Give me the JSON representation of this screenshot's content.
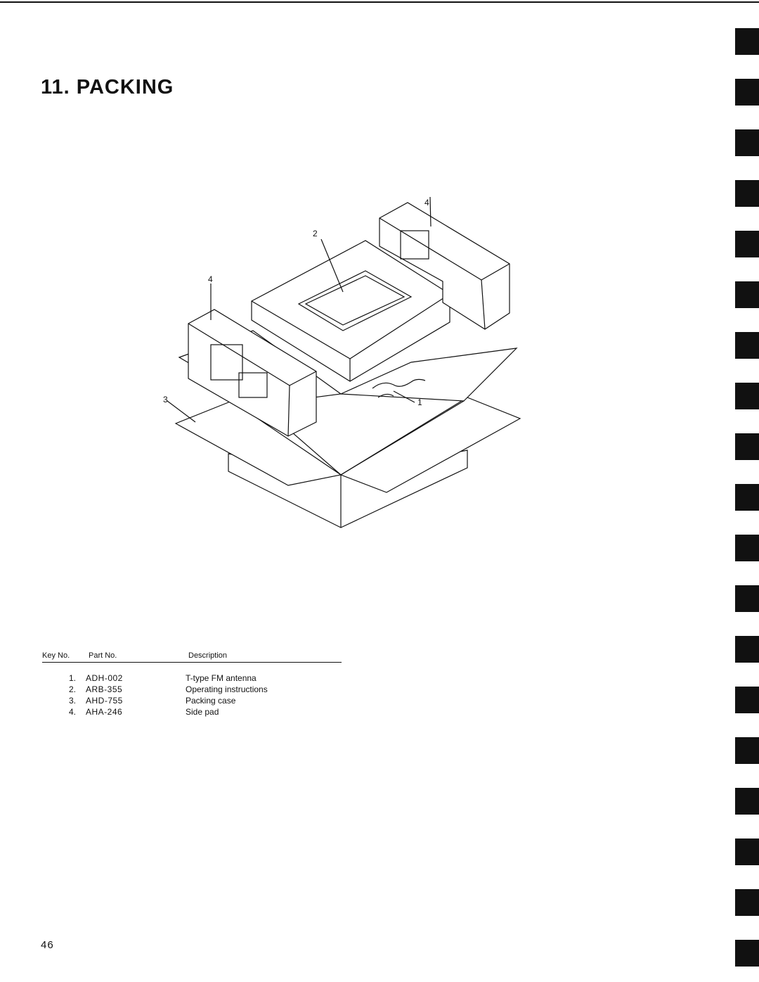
{
  "title": "11. PACKING",
  "figure": {
    "callouts": [
      "1",
      "2",
      "3",
      "4",
      "4"
    ]
  },
  "parts_table": {
    "headers": {
      "key": "Key No.",
      "part": "Part No.",
      "description": "Description"
    },
    "rows": [
      {
        "key": "1.",
        "part": "ADH-002",
        "description": "T-type FM antenna"
      },
      {
        "key": "2.",
        "part": "ARB-355",
        "description": "Operating instructions"
      },
      {
        "key": "3.",
        "part": "AHD-755",
        "description": "Packing case"
      },
      {
        "key": "4.",
        "part": "AHA-246",
        "description": "Side pad"
      }
    ]
  },
  "page_number": "46"
}
